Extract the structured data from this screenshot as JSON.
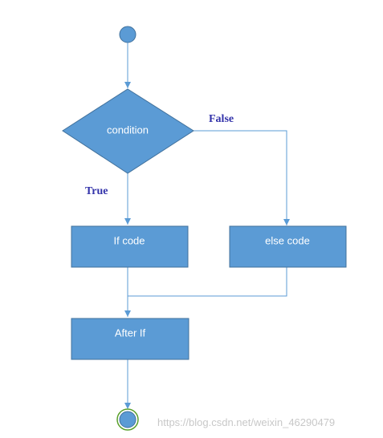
{
  "diagram": {
    "nodes": {
      "condition": "condition",
      "if_code": "If code",
      "else_code": "else code",
      "after_if": "After If"
    },
    "branches": {
      "true_label": "True",
      "false_label": "False"
    },
    "watermark": {
      "text": "https://blog.csdn.net/weixin_46290479"
    }
  },
  "colors": {
    "node_fill": "#5b9bd5",
    "node_stroke": "#41719c",
    "connector": "#5b9bd5",
    "branch_label": "#3333aa",
    "end_ring": "#5aa02c",
    "watermark": "#c8c8c8"
  }
}
